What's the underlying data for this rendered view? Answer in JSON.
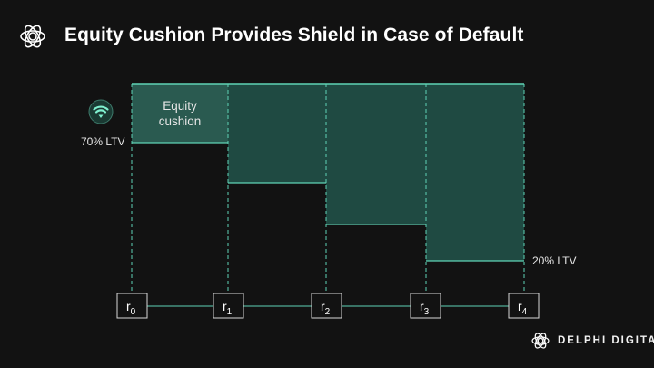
{
  "header": {
    "title": "Equity Cushion Provides Shield in Case of Default",
    "logo_icon": "sphere-lattice-icon"
  },
  "diagram": {
    "cushion_label_line1": "Equity",
    "cushion_label_line2": "cushion",
    "start_ltv_label": "70% LTV",
    "end_ltv_label": "20% LTV",
    "badge_icon": "wifi-shield-icon",
    "periods": [
      {
        "base": "r",
        "sub": "0"
      },
      {
        "base": "r",
        "sub": "1"
      },
      {
        "base": "r",
        "sub": "2"
      },
      {
        "base": "r",
        "sub": "3"
      },
      {
        "base": "r",
        "sub": "4"
      }
    ],
    "colors": {
      "fill": "#1f4a42",
      "fill_first": "#2a5a50",
      "line": "#5fd3b5",
      "background": "#121212"
    }
  },
  "brand": {
    "name": "DELPHI DIGITAL",
    "logo_icon": "sphere-lattice-icon"
  }
}
